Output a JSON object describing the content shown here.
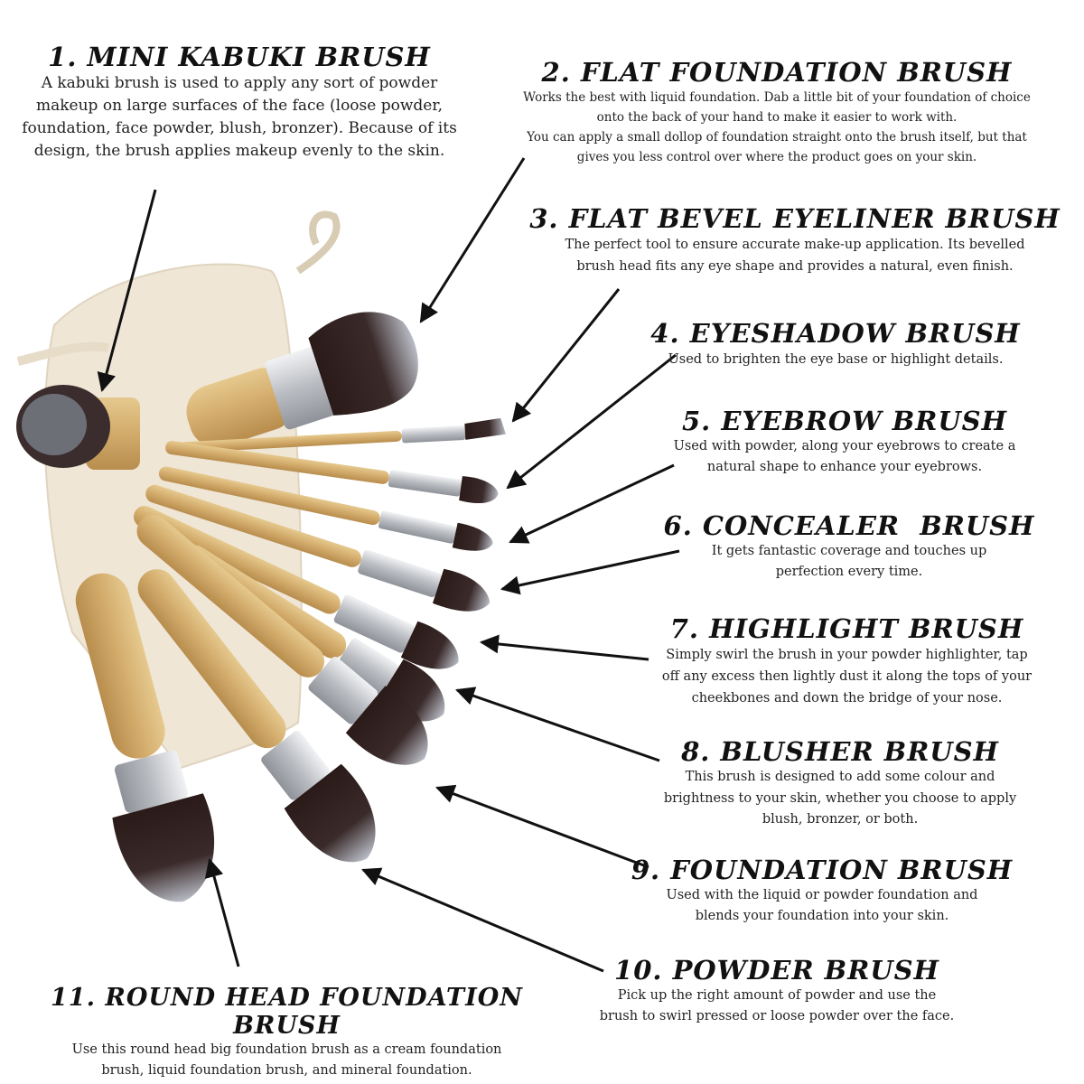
{
  "brushes": [
    {
      "title": "1. MINI KABUKI BRUSH",
      "lines": [
        "A kabuki brush is used to apply any sort of powder",
        "makeup on large surfaces of the face (loose powder,",
        "foundation, face powder, blush, bronzer). Because of its",
        "design, the brush applies makeup evenly to the skin."
      ]
    },
    {
      "title": "2. FLAT FOUNDATION BRUSH",
      "lines": [
        "Works the best with liquid foundation. Dab a little bit of your foundation of choice",
        "onto the back of your hand to make it easier to work with.",
        "You can apply a small dollop of foundation straight onto the brush itself, but that",
        "gives you less control over where the product goes on your skin."
      ]
    },
    {
      "title": "3. FLAT BEVEL EYELINER BRUSH",
      "lines": [
        "The perfect tool to ensure accurate make-up application. Its bevelled",
        "brush head fits any eye shape and provides a natural, even finish."
      ]
    },
    {
      "title": "4. EYESHADOW BRUSH",
      "lines": [
        "Used to brighten the eye base or highlight details."
      ]
    },
    {
      "title": "5. EYEBROW BRUSH",
      "lines": [
        "Used with powder, along your eyebrows to create a",
        "natural shape to enhance your eyebrows."
      ]
    },
    {
      "title": "6. CONCEALER  BRUSH",
      "lines": [
        "It gets fantastic coverage and touches up",
        "perfection every time."
      ]
    },
    {
      "title": "7. HIGHLIGHT BRUSH",
      "lines": [
        "Simply swirl the brush in your powder highlighter, tap",
        "off any excess then lightly dust it along the tops of your",
        "cheekbones and down the bridge of your nose."
      ]
    },
    {
      "title": "8. BLUSHER BRUSH",
      "lines": [
        "This brush is designed to add some colour and",
        "brightness to your skin, whether you choose to apply",
        "blush, bronzer, or both."
      ]
    },
    {
      "title": "9. FOUNDATION BRUSH",
      "lines": [
        "Used with the liquid or powder foundation and",
        "blends your foundation into your skin."
      ]
    },
    {
      "title": "10. POWDER BRUSH",
      "lines": [
        "Pick up the right amount of powder and use the",
        "brush to swirl pressed or loose powder over the face."
      ]
    },
    {
      "title": "11. ROUND HEAD FOUNDATION BRUSH",
      "lines": [
        "Use this round head big foundation brush as a cream foundation",
        "brush, liquid foundation brush, and mineral foundation."
      ]
    }
  ],
  "colors": {
    "bamboo": "#d6b277",
    "bristle": "#2a1a18",
    "bristle_tip": "#b8bcc4",
    "ferrule": "#c9cbce",
    "pouch": "#efe6d6",
    "arrow": "#111111"
  }
}
